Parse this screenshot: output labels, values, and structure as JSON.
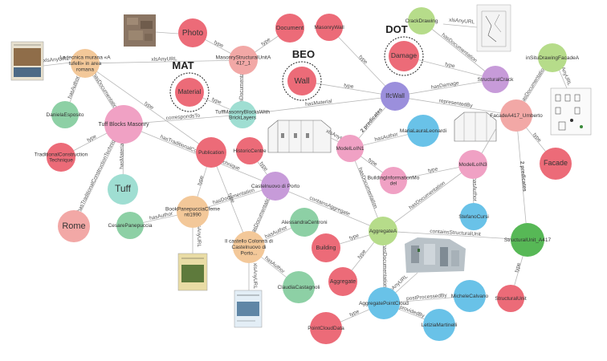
{
  "colors": {
    "red": "#ec6b78",
    "pink": "#f0a1c4",
    "green": "#8dd0a5",
    "darkgreen": "#57b856",
    "lightgreen": "#b6dc8a",
    "purple": "#9b8fdc",
    "lilac": "#c79bd9",
    "blue": "#69c2e8",
    "tan": "#f3c899",
    "salmon": "#f2a8a6",
    "teal": "#9fded2",
    "edge": "#b8b8b8"
  },
  "nodes": [
    {
      "id": "tecnica",
      "label": "La tecnica murana «A tufelli» in area romana",
      "color": "tan"
    },
    {
      "id": "photo",
      "label": "Photo",
      "color": "red"
    },
    {
      "id": "document",
      "label": "Document",
      "color": "red"
    },
    {
      "id": "masonrywall",
      "label": "MasonryWall",
      "color": "red"
    },
    {
      "id": "crackdrawing",
      "label": "CrackDrawing",
      "color": "lightgreen"
    },
    {
      "id": "damage",
      "label": "Damage",
      "color": "red"
    },
    {
      "id": "insitu",
      "label": "inSituDrawingFacadeA",
      "color": "lightgreen"
    },
    {
      "id": "msu",
      "label": "MasonryStructuralUnitA 417_1",
      "color": "salmon"
    },
    {
      "id": "material",
      "label": "Material",
      "color": "red"
    },
    {
      "id": "wall",
      "label": "Wall",
      "color": "red"
    },
    {
      "id": "structuralcrack",
      "label": "StructuralCrack",
      "color": "lilac"
    },
    {
      "id": "ifcwall",
      "label": "IfcWall",
      "color": "purple"
    },
    {
      "id": "facadea417",
      "label": "FacadeA417_Umberto",
      "color": "salmon"
    },
    {
      "id": "danielaesposito",
      "label": "DanielaEsposito",
      "color": "green"
    },
    {
      "id": "tuffmasonry",
      "label": "TuffMasonryBlocksWith BrickLayers",
      "color": "teal"
    },
    {
      "id": "tuffblocks",
      "label": "Tuff Blocks Masonry",
      "color": "pink"
    },
    {
      "id": "publication",
      "label": "Publication",
      "color": "red"
    },
    {
      "id": "historiccentre",
      "label": "HistoricCentre",
      "color": "red"
    },
    {
      "id": "modello1",
      "label": "ModelLoIN1",
      "color": "pink"
    },
    {
      "id": "marialaura",
      "label": "MariaLauraLeonardi",
      "color": "blue"
    },
    {
      "id": "bim",
      "label": "BuildingInformationMo del",
      "color": "pink"
    },
    {
      "id": "modello3",
      "label": "ModelLoIN3",
      "color": "pink"
    },
    {
      "id": "facade",
      "label": "Facade",
      "color": "red"
    },
    {
      "id": "tradconst",
      "label": "TraditionalConstruction Technique",
      "color": "red"
    },
    {
      "id": "tuff",
      "label": "Tuff",
      "color": "teal"
    },
    {
      "id": "castelnuovo",
      "label": "Castelnuovo di Porto",
      "color": "lilac"
    },
    {
      "id": "rome",
      "label": "Rome",
      "color": "salmon"
    },
    {
      "id": "cesare",
      "label": "CesarePanepuccia",
      "color": "green"
    },
    {
      "id": "bookpane",
      "label": "BookPanepucciaCfeme nti1990",
      "color": "tan"
    },
    {
      "id": "alessandra",
      "label": "AlessandraCentroni",
      "color": "green"
    },
    {
      "id": "aggregatea",
      "label": "AggregateA",
      "color": "lightgreen"
    },
    {
      "id": "stefano",
      "label": "StefanoCursi",
      "color": "blue"
    },
    {
      "id": "castello",
      "label": "Il castello Colonna di Castelnuovo di Porto...",
      "color": "tan"
    },
    {
      "id": "building",
      "label": "Building",
      "color": "red"
    },
    {
      "id": "aggregate",
      "label": "Aggregate",
      "color": "red"
    },
    {
      "id": "su417",
      "label": "StructuralUnit_A417",
      "color": "darkgreen"
    },
    {
      "id": "claudia",
      "label": "ClaudiaCastagnoli",
      "color": "green"
    },
    {
      "id": "apc",
      "label": "AggregatePointCloud",
      "color": "blue"
    },
    {
      "id": "michele",
      "label": "MicheleCalvano",
      "color": "blue"
    },
    {
      "id": "structuralunit",
      "label": "StructuralUnit",
      "color": "red"
    },
    {
      "id": "pointclouddata",
      "label": "PointCloudData",
      "color": "red"
    },
    {
      "id": "letizia",
      "label": "LetiziaMartinelli",
      "color": "blue"
    }
  ],
  "edges": [
    {
      "from": "photo",
      "to": "msu",
      "label": "type"
    },
    {
      "from": "document",
      "to": "msu",
      "label": "type"
    },
    {
      "from": "tecnica",
      "to": "msu",
      "label": "xlsAnyURL"
    },
    {
      "from": "tecnica",
      "to": "danielaesposito",
      "label": "hasAuthor"
    },
    {
      "from": "tecnica",
      "to": "tuffblocks",
      "label": "hasDocumentation"
    },
    {
      "from": "tecnica",
      "to": "publication",
      "label": "type"
    },
    {
      "from": "msu",
      "to": "tuffmasonry",
      "label": "hasDocumentation"
    },
    {
      "from": "material",
      "to": "tuffmasonry",
      "label": "type"
    },
    {
      "from": "tuffmasonry",
      "to": "ifcwall",
      "label": "hasMaterial"
    },
    {
      "from": "tuffblocks",
      "to": "tuffmasonry",
      "label": "correspondsTo"
    },
    {
      "from": "wall",
      "to": "ifcwall",
      "label": "type"
    },
    {
      "from": "masonrywall",
      "to": "ifcwall",
      "label": "type"
    },
    {
      "from": "damage",
      "to": "structuralcrack",
      "label": "type"
    },
    {
      "from": "crackdrawing",
      "to": "structuralcrack",
      "label": "hasDocumentation"
    },
    {
      "from": "structuralcrack",
      "to": "ifcwall",
      "label": "hasDamage"
    },
    {
      "from": "ifcwall",
      "to": "facadea417",
      "label": "representedBy"
    },
    {
      "from": "insitu",
      "to": "facadea417",
      "label": "hasDocumentation"
    },
    {
      "from": "facadea417",
      "to": "facade",
      "label": "type"
    },
    {
      "from": "tuffblocks",
      "to": "tradconst",
      "label": "type"
    },
    {
      "from": "tuffblocks",
      "to": "tuff",
      "label": "hasMaterial"
    },
    {
      "from": "tuffblocks",
      "to": "rome",
      "label": "hasTraditionalConstructionTechnique"
    },
    {
      "from": "tuffblocks",
      "to": "castelnuovo",
      "label": "hasTraditionalConstructionTechnique"
    },
    {
      "from": "bookpane",
      "to": "publication",
      "label": "type"
    },
    {
      "from": "bookpane",
      "to": "cesare",
      "label": "hasAuthor"
    },
    {
      "from": "castelnuovo",
      "to": "bookpane",
      "label": "hasDocumentation"
    },
    {
      "from": "castelnuovo",
      "to": "historiccentre",
      "label": "type"
    },
    {
      "from": "castelnuovo",
      "to": "castello",
      "label": "hasDocumentation"
    },
    {
      "from": "castelnuovo",
      "to": "aggregatea",
      "label": "containsAggregate"
    },
    {
      "from": "castello",
      "to": "alessandra",
      "label": "hasAuthor"
    },
    {
      "from": "castello",
      "to": "claudia",
      "label": "hasAuthor"
    },
    {
      "from": "castello",
      "to": "publication",
      "label": "type"
    },
    {
      "from": "modello1",
      "to": "ifcwall",
      "label": "2 predicates"
    },
    {
      "from": "modello1",
      "to": "marialaura",
      "label": "hasAuthor"
    },
    {
      "from": "modello1",
      "to": "bim",
      "label": "type"
    },
    {
      "from": "modello1",
      "to": "aggregatea",
      "label": "hasDocumentation"
    },
    {
      "from": "modello3",
      "to": "bim",
      "label": "type"
    },
    {
      "from": "modello3",
      "to": "stefano",
      "label": "hasAuthor"
    },
    {
      "from": "aggregatea",
      "to": "modello3",
      "label": "hasDocumentation"
    },
    {
      "from": "aggregatea",
      "to": "building",
      "label": "type"
    },
    {
      "from": "aggregatea",
      "to": "aggregate",
      "label": "type"
    },
    {
      "from": "aggregatea",
      "to": "su417",
      "label": "containsStructuralUnit"
    },
    {
      "from": "aggregatea",
      "to": "apc",
      "label": "hasDocumentation"
    },
    {
      "from": "su417",
      "to": "facadea417",
      "label": "2 predicates"
    },
    {
      "from": "su417",
      "to": "structuralunit",
      "label": "type"
    },
    {
      "from": "apc",
      "to": "michele",
      "label": "postProcessedBy"
    },
    {
      "from": "apc",
      "to": "letizia",
      "label": "providedBy"
    },
    {
      "from": "apc",
      "to": "pointclouddata",
      "label": "type"
    }
  ],
  "categories": [
    {
      "id": "mat",
      "label": "MAT"
    },
    {
      "id": "beo",
      "label": "BEO"
    },
    {
      "id": "dot",
      "label": "DOT"
    }
  ],
  "thumbnail_link_label": "xlsAnyURL",
  "thumbnails": [
    {
      "id": "thumb-tecnica",
      "label": "xlsAnyURL"
    },
    {
      "id": "thumb-photo",
      "label": ""
    },
    {
      "id": "thumb-crack",
      "label": "xlsAnyURL"
    },
    {
      "id": "thumb-insitu",
      "label": "xlsAnyURL"
    },
    {
      "id": "thumb-model1",
      "label": "xlsAnyURL"
    },
    {
      "id": "thumb-model3",
      "label": ""
    },
    {
      "id": "thumb-book",
      "label": "xlsAnyURL"
    },
    {
      "id": "thumb-castello",
      "label": "xlsAnyURL"
    },
    {
      "id": "thumb-pointcloud",
      "label": "xlsAnyURL"
    }
  ]
}
